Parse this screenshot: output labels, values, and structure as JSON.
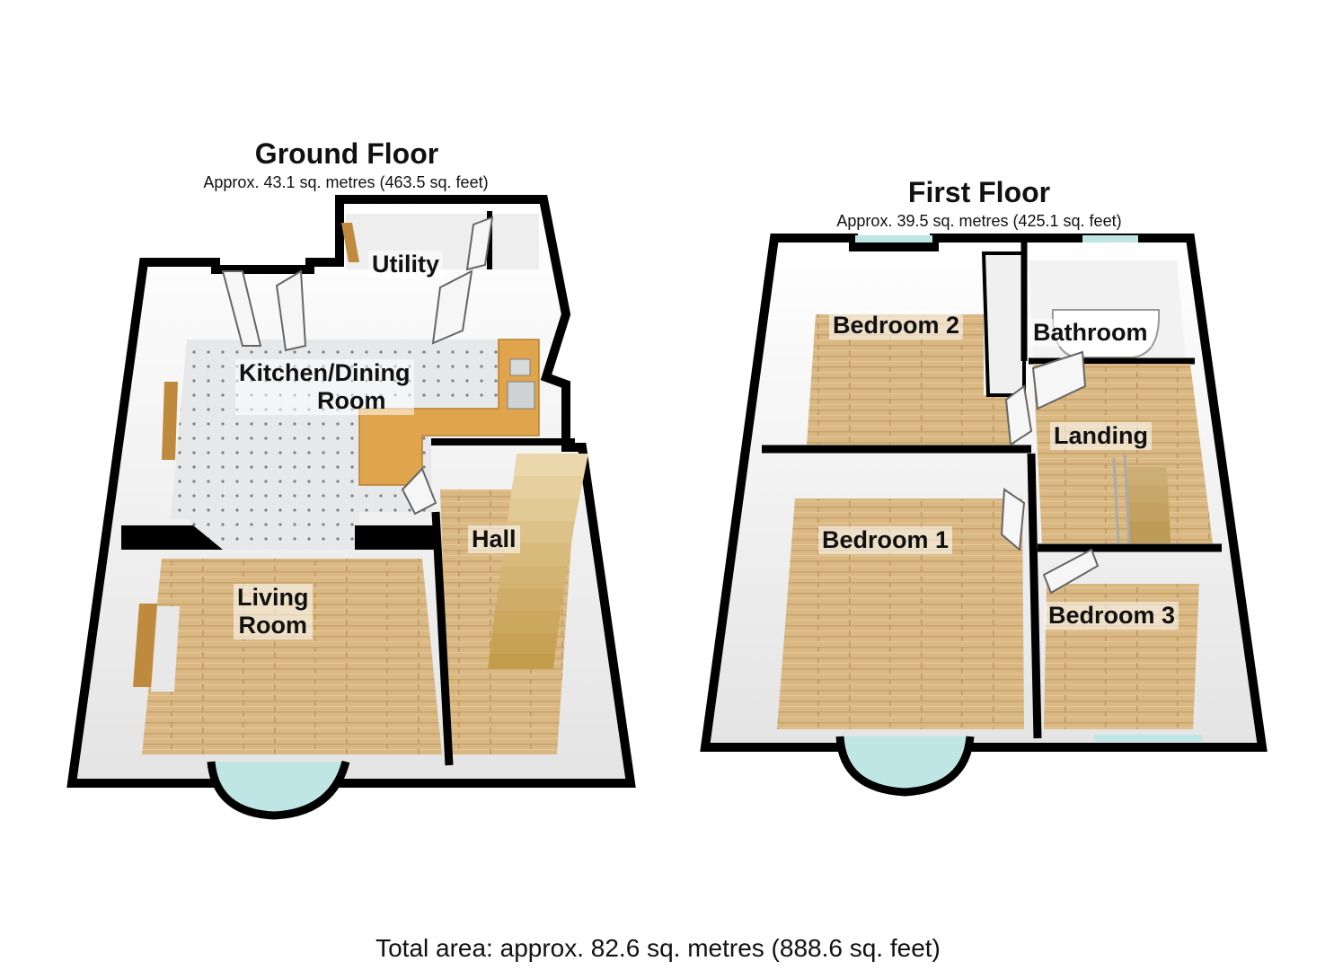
{
  "ground_floor": {
    "title": "Ground Floor",
    "area": "Approx. 43.1 sq. metres (463.5 sq. feet)",
    "rooms": {
      "kitchen_line1": "Kitchen/Dining",
      "kitchen_line2": "Room",
      "utility": "Utility",
      "living_line1": "Living",
      "living_line2": "Room",
      "hall": "Hall"
    }
  },
  "first_floor": {
    "title": "First Floor",
    "area": "Approx. 39.5 sq. metres (425.1 sq. feet)",
    "rooms": {
      "bedroom2": "Bedroom 2",
      "bathroom": "Bathroom",
      "landing": "Landing",
      "bedroom1": "Bedroom 1",
      "bedroom3": "Bedroom 3"
    }
  },
  "total_area": "Total area: approx. 82.6 sq. metres (888.6 sq. feet)",
  "colors": {
    "wall": "#000000",
    "wood_floor": "#d9b884",
    "tile_floor": "#e4e6e8",
    "worktop": "#e0a44c",
    "window": "#bfe6e4",
    "wall_face": "#f3f3f3"
  }
}
